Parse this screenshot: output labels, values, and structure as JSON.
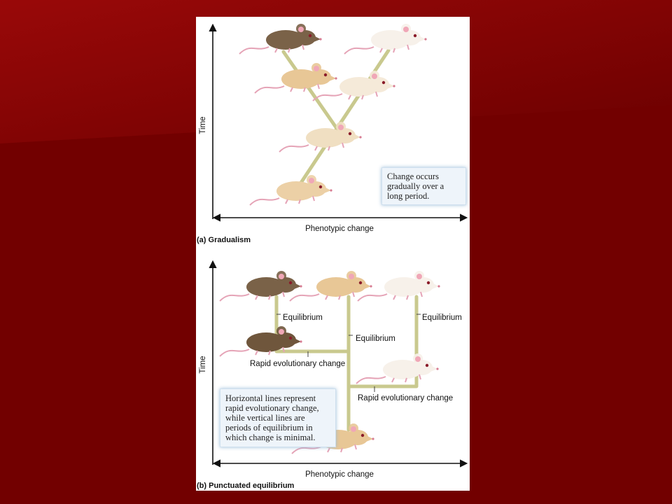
{
  "colors": {
    "slide_background": "#7a0000",
    "slide_highlight": "#9a0a0a",
    "branch_line": "#c9c98e",
    "mouse_brown": "#7a6248",
    "mouse_tan": "#e8c796",
    "mouse_pale": "#f0dfc2",
    "mouse_white": "#f7f1ea"
  },
  "panel_a": {
    "x_axis_label": "Phenotypic change",
    "y_axis_label": "Time",
    "caption_letter": "(a)",
    "caption_title": "Gradualism",
    "callout_lines": [
      "Change occurs",
      "gradually over a",
      "long period."
    ]
  },
  "panel_b": {
    "x_axis_label": "Phenotypic change",
    "y_axis_label": "Time",
    "caption_letter": "(b)",
    "caption_title": "Punctuated equilibrium",
    "labels": {
      "equilibrium_left": "Equilibrium",
      "equilibrium_center": "Equilibrium",
      "equilibrium_right": "Equilibrium",
      "rapid_change_left": "Rapid evolutionary change",
      "rapid_change_right": "Rapid evolutionary change"
    },
    "callout_lines": [
      "Horizontal lines represent",
      "rapid evolutionary change,",
      "while vertical lines are",
      "periods of equilibrium in",
      "which change is minimal."
    ]
  },
  "mouse_icons": "mouse-illustration"
}
